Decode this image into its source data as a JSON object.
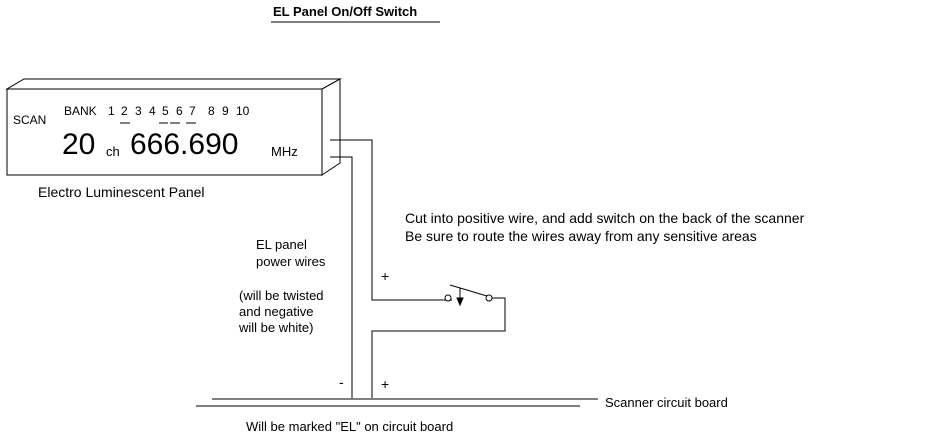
{
  "title": "EL Panel On/Off Switch",
  "panel": {
    "scan_label": "SCAN",
    "bank_label": "BANK",
    "bank_numbers": [
      "1",
      "2",
      "3",
      "4",
      "5",
      "6",
      "7",
      "8",
      "9",
      "10"
    ],
    "bank_underlined": [
      "2",
      "5",
      "6",
      "7"
    ],
    "channel_value": "20",
    "channel_unit": "ch",
    "frequency_value": "666.690",
    "frequency_unit": "MHz",
    "caption": "Electro Luminescent Panel"
  },
  "wires": {
    "label_line1": "EL panel",
    "label_line2": "power wires",
    "note_line1": "(will be twisted",
    "note_line2": "and negative",
    "note_line3": "will be white)",
    "positive_symbol_top": "+",
    "negative_symbol": "-",
    "positive_symbol_bottom": "+"
  },
  "instructions": {
    "line1": "Cut into positive wire, and add switch on the back of the scanner",
    "line2": "Be sure to route the wires away from any sensitive areas"
  },
  "circuit_board": {
    "label": "Scanner circuit board",
    "marking": "Will be marked \"EL\" on circuit board"
  }
}
